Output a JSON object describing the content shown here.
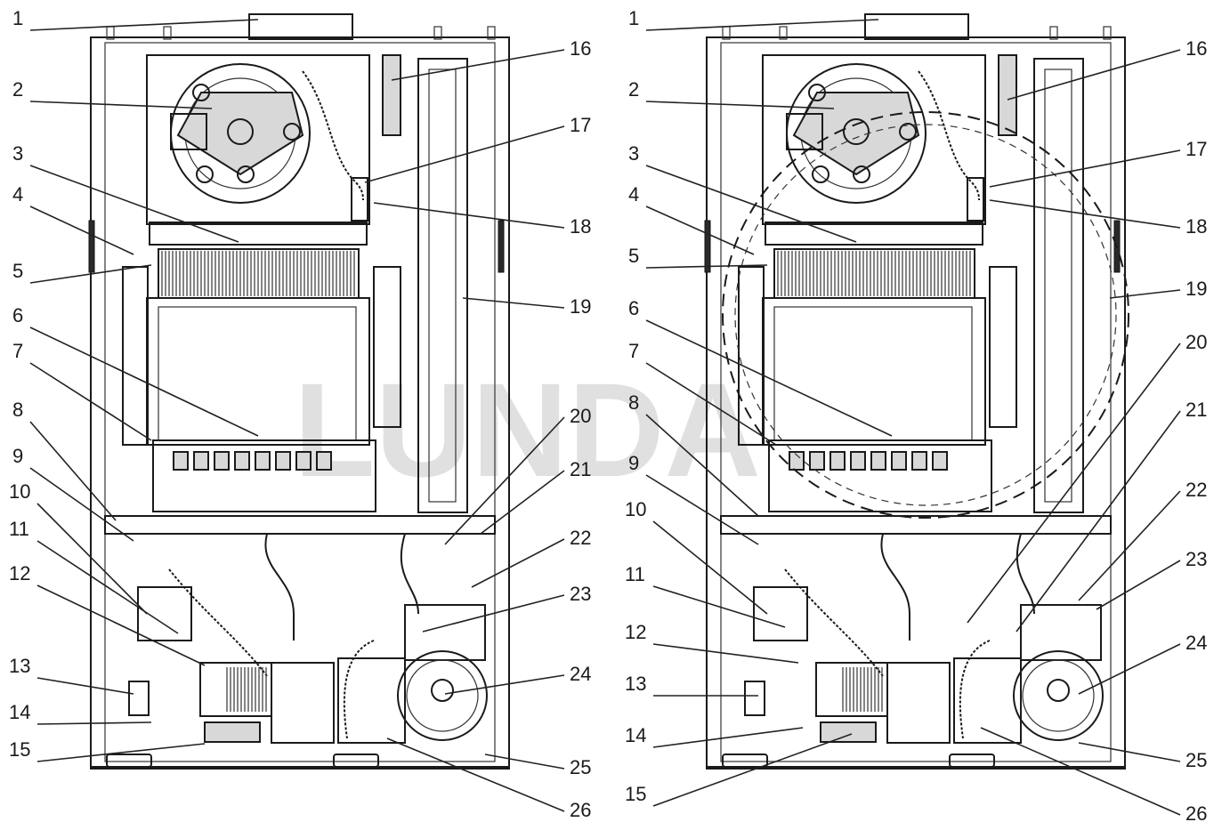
{
  "watermark": "LUNDA",
  "diagrams": [
    {
      "id": "left",
      "labels_left": [
        "1",
        "2",
        "3",
        "4",
        "5",
        "6",
        "7",
        "8",
        "9",
        "10",
        "11",
        "12",
        "13",
        "14",
        "15"
      ],
      "labels_right": [
        "16",
        "17",
        "18",
        "19",
        "20",
        "21",
        "22",
        "23",
        "24",
        "25",
        "26"
      ]
    },
    {
      "id": "right",
      "labels_left": [
        "1",
        "2",
        "3",
        "4",
        "5",
        "6",
        "7",
        "8",
        "9",
        "10",
        "11",
        "12",
        "13",
        "14",
        "15"
      ],
      "labels_right": [
        "16",
        "17",
        "18",
        "19",
        "20",
        "21",
        "22",
        "23",
        "24",
        "25",
        "26"
      ]
    }
  ]
}
